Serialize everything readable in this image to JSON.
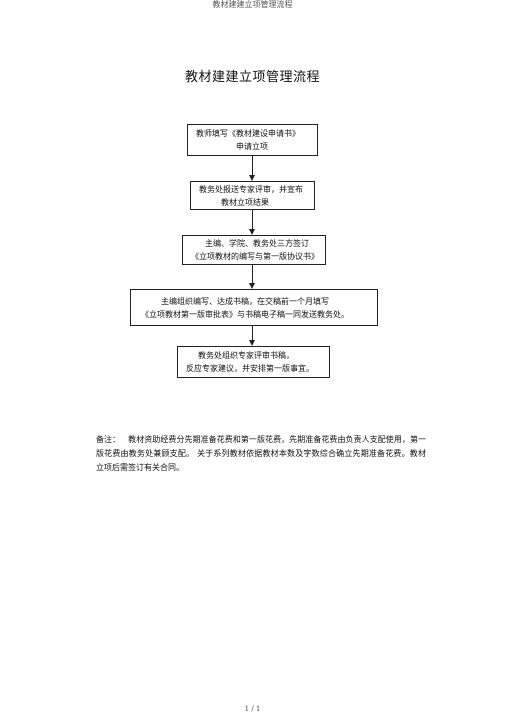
{
  "header": {
    "running_title": "教材建建立项管理流程"
  },
  "title": "教材建建立项管理流程",
  "flow": {
    "box1": {
      "line1": "教师填写《教材建设申请书》",
      "line2": "申请立项"
    },
    "box2": {
      "line1": "教务处报送专家评审，并宣布",
      "line2": "教材立项结果"
    },
    "box3": {
      "line1": "主编、学院、教务处三方签订",
      "line2": "《立项教材的编写与第一版协议书》"
    },
    "box4": {
      "line1": "主编组织编写、达成书稿，在交稿前一个月填写",
      "line2": "《立项教材第一版审批表》与书稿电子稿一同发送教务处。"
    },
    "box5": {
      "line1": "教务处组织专家评审书稿，",
      "line2": "反应专家建议，并安排第一版事宜。"
    }
  },
  "note": {
    "label": "备注：",
    "text": "教材资助经费分先期准备花费和第一版花费，先期准备花费由负责人支配使用，第一版花费由教务处兼顾支配。 关于系列教材依据教材本数及字数综合确立先期准备花费。教材立项后需签订有关合同。"
  },
  "footer": {
    "page_number": "1 / 1"
  }
}
